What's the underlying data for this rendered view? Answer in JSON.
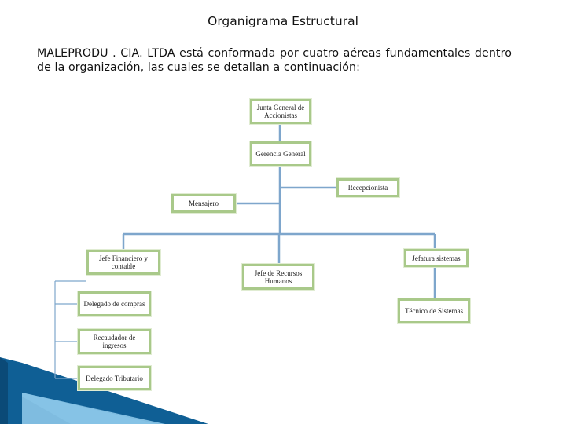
{
  "title": "Organigrama Estructural",
  "intro": "MALEPRODU . CIA. LTDA está conformada por cuatro aéreas fundamentales dentro de la organización, las cuales se detallan a continuación:",
  "org": {
    "junta": "Junta General de Accionistas",
    "gerencia": "Gerencia General",
    "recepcionista": "Recepcionista",
    "mensajero": "Mensajero",
    "jefe_financiero": "Jefe Financiero y contable",
    "jefe_rrhh": "Jefe de Recursos Humanos",
    "jefatura_sistemas": "Jefatura sistemas",
    "delegado_compras": "Delegado de compras",
    "recaudador": "Recaudador de ingresos",
    "delegado_tributario": "Delegado Tributario",
    "tecnico_sistemas": "Técnico de Sistemas"
  },
  "colors": {
    "connector": "#7ea6cc",
    "node_border": "#a9c98a",
    "decor_dark": "#0f5f95",
    "decor_light": "#5fb0dc"
  }
}
